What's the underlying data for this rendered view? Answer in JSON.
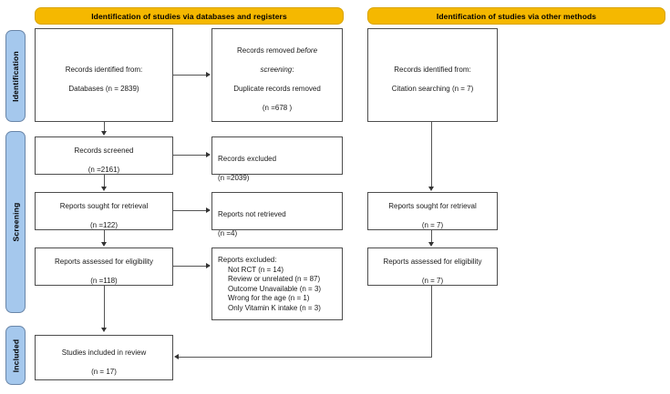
{
  "diagram": {
    "title": "PRISMA 2020 flow diagram",
    "colors": {
      "phase_header_fill": "#f5b800",
      "side_rail_fill": "#a5c8ed",
      "box_border": "#4d4d4d",
      "connector": "#555555",
      "background": "#ffffff"
    }
  },
  "phase_headers": [
    {
      "id": "databases",
      "label": "Identification of studies via databases and registers"
    },
    {
      "id": "other",
      "label": "Identification of studies via other methods"
    }
  ],
  "side_rails": [
    {
      "id": "identification",
      "label": "Identification"
    },
    {
      "id": "screening",
      "label": "Screening"
    },
    {
      "id": "included",
      "label": "Included"
    }
  ],
  "left_column": {
    "records_identified": {
      "line1": "Records identified from:",
      "line2": "Databases (n = 2839)"
    },
    "records_screened": {
      "line1": "Records screened",
      "line2": "(n =2161)"
    },
    "reports_sought": {
      "line1": "Reports sought for retrieval",
      "line2": "(n =122)"
    },
    "reports_assessed": {
      "line1": "Reports assessed for eligibility",
      "line2": "(n =118)"
    },
    "studies_included": {
      "line1": "Studies included in review",
      "line2": "(n = 17)"
    }
  },
  "exclusion_column": {
    "records_removed": {
      "line1": "Records removed ",
      "line1_em": "before",
      "line2_em": "screening",
      "line2_tail": ":",
      "line3": "Duplicate records removed",
      "line4": "(n =678 )"
    },
    "records_excluded": {
      "line1": "Records excluded",
      "line2": "(n =2039)"
    },
    "reports_not_retrieved": {
      "line1": "Reports not retrieved",
      "line2": "(n =4)"
    },
    "reports_excluded": {
      "heading": "Reports excluded:",
      "reasons": [
        "Not RCT (n = 14)",
        "Review or unrelated (n = 87)",
        "Outcome Unavailable (n = 3)",
        "Wrong for the age (n = 1)",
        "Only Vitamin K intake (n = 3)"
      ]
    }
  },
  "right_column": {
    "records_identified_other": {
      "line1": "Records identified from:",
      "line2": "Citation searching (n = 7)"
    },
    "reports_sought_other": {
      "line1": "Reports sought for retrieval",
      "line2": "(n = 7)"
    },
    "reports_assessed_other": {
      "line1": "Reports assessed for eligibility",
      "line2": "(n = 7)"
    }
  }
}
